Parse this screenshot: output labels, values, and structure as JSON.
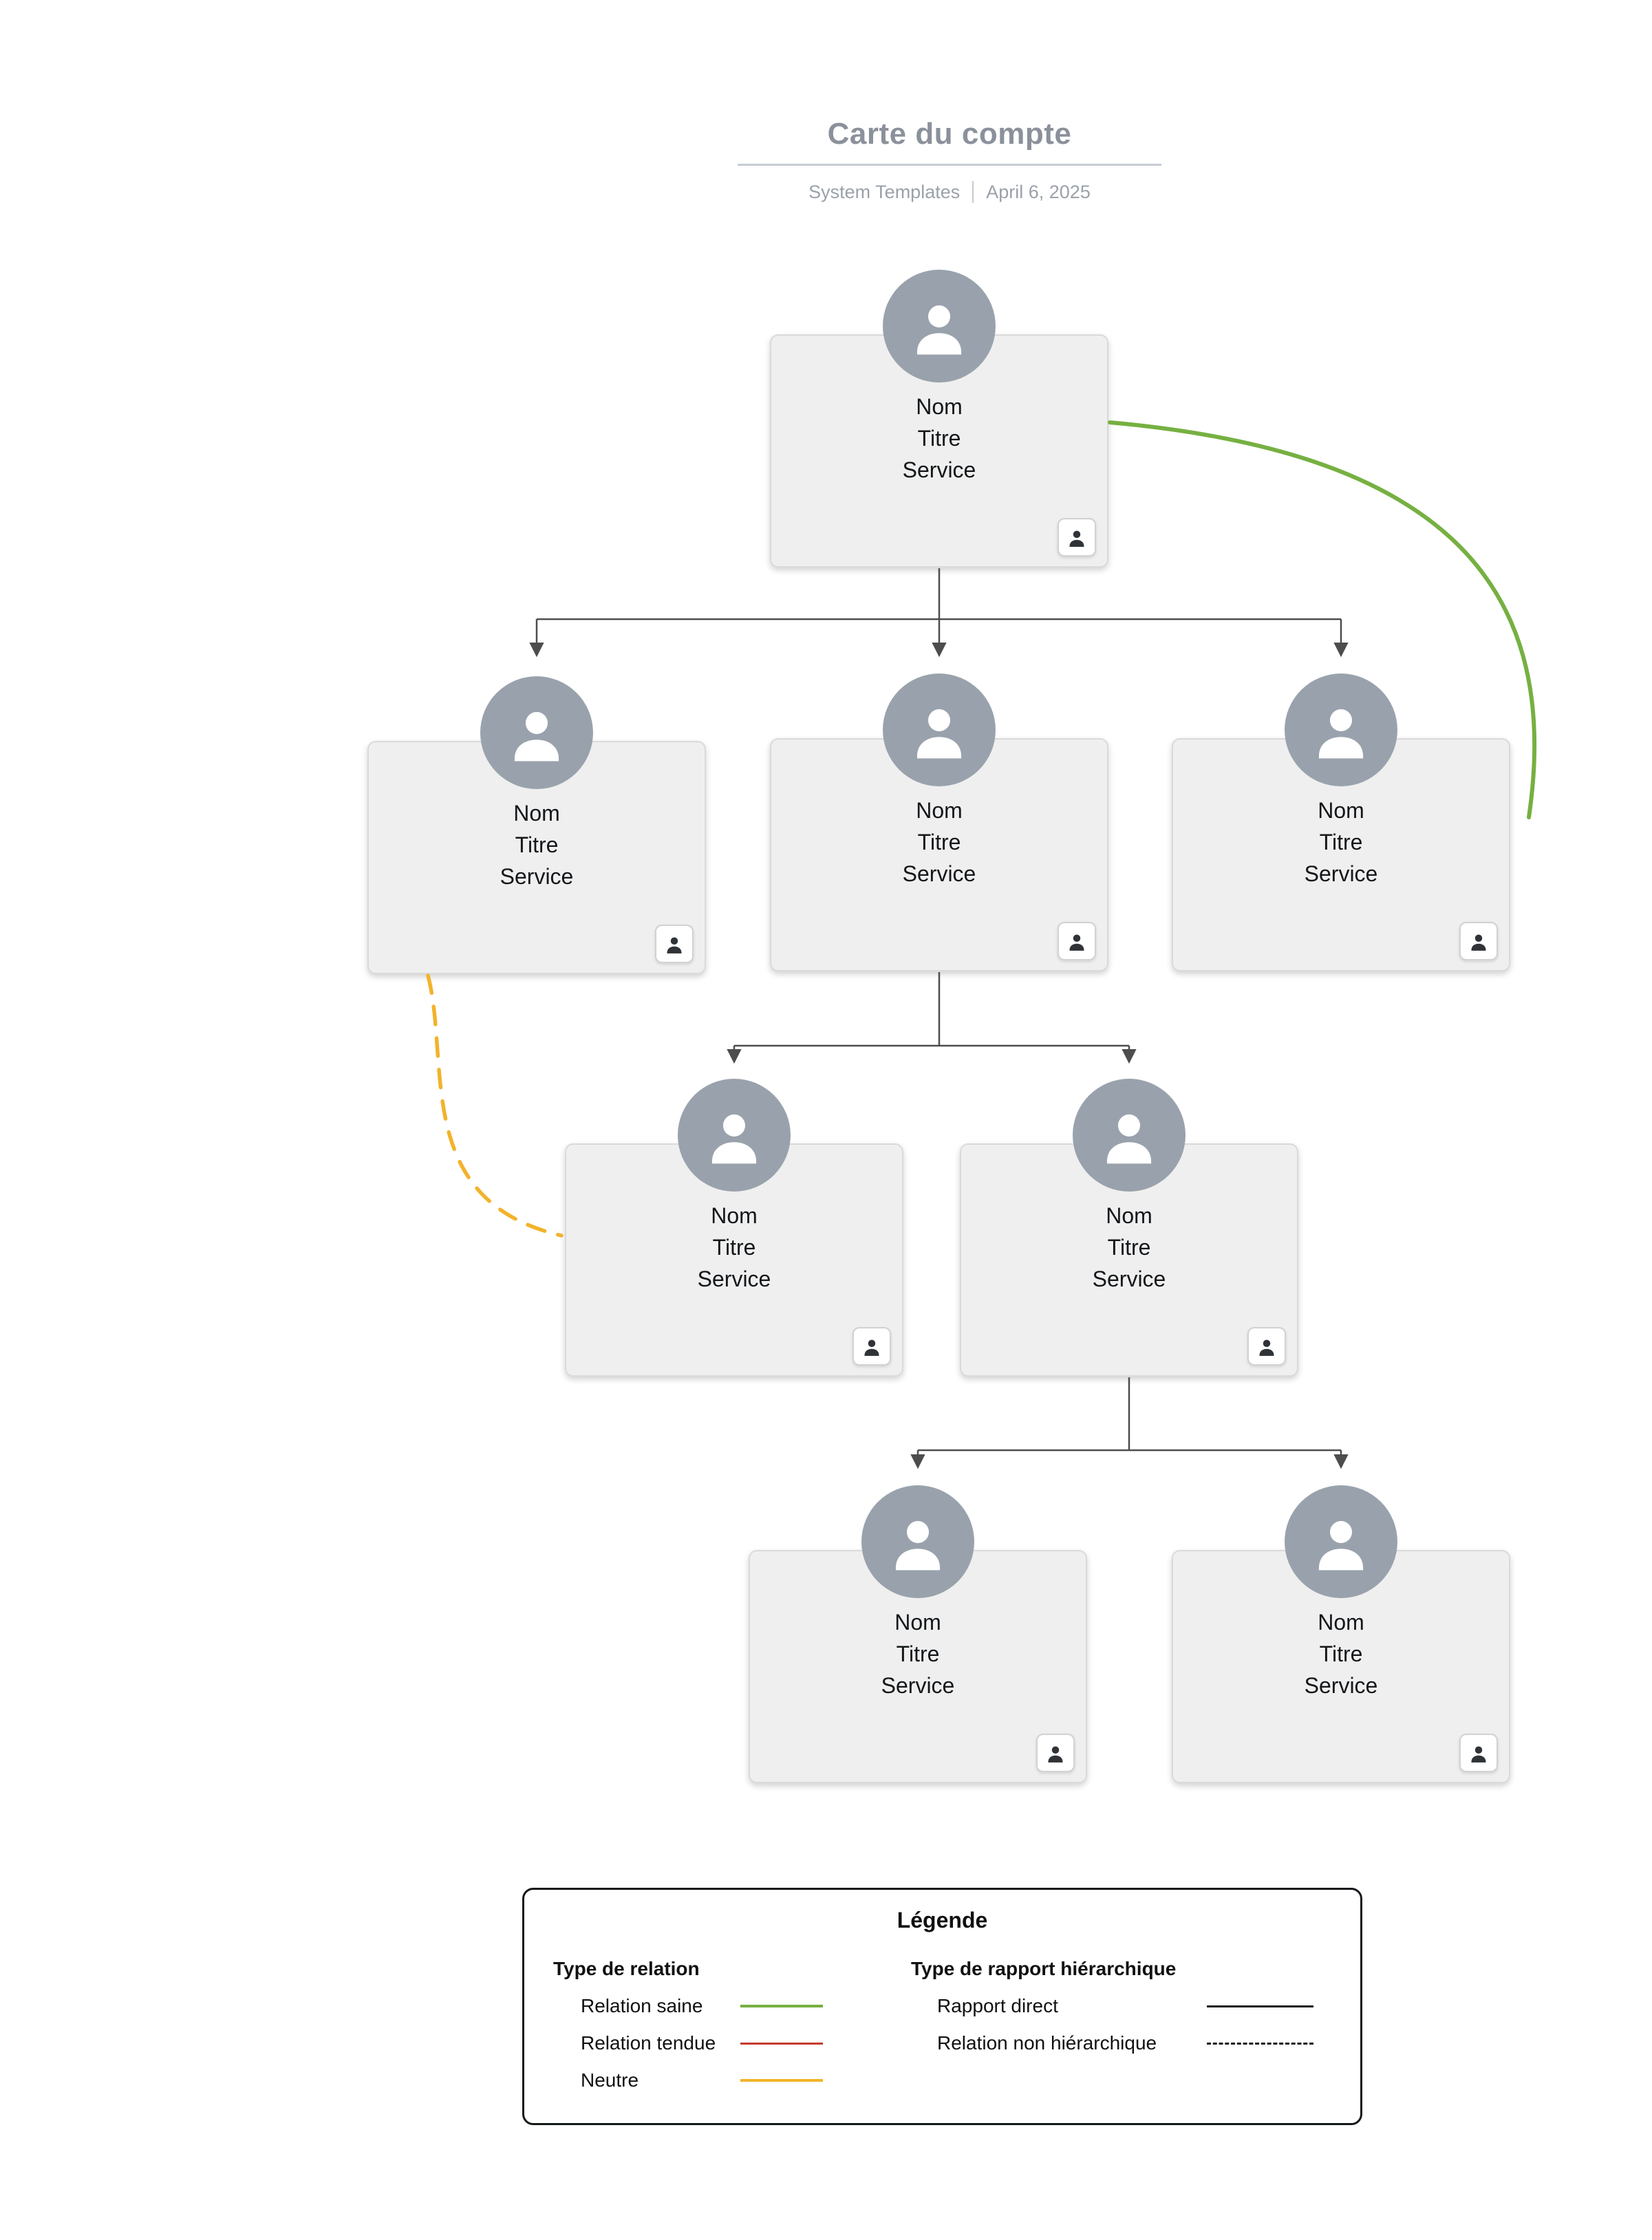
{
  "header": {
    "title": "Carte du compte",
    "brand": "System Templates",
    "date": "April 6, 2025"
  },
  "nodes": [
    {
      "name": "Nom",
      "title": "Titre",
      "service": "Service"
    },
    {
      "name": "Nom",
      "title": "Titre",
      "service": "Service"
    },
    {
      "name": "Nom",
      "title": "Titre",
      "service": "Service"
    },
    {
      "name": "Nom",
      "title": "Titre",
      "service": "Service"
    },
    {
      "name": "Nom",
      "title": "Titre",
      "service": "Service"
    },
    {
      "name": "Nom",
      "title": "Titre",
      "service": "Service"
    },
    {
      "name": "Nom",
      "title": "Titre",
      "service": "Service"
    },
    {
      "name": "Nom",
      "title": "Titre",
      "service": "Service"
    }
  ],
  "legend": {
    "title": "Légende",
    "relation_heading": "Type de relation",
    "relations": [
      {
        "label": "Relation saine",
        "color": "#76b041"
      },
      {
        "label": "Relation tendue",
        "color": "#c53b2f"
      },
      {
        "label": "Neutre",
        "color": "#f2b32b"
      }
    ],
    "hierarchy_heading": "Type de rapport hiérarchique",
    "hierarchy": [
      {
        "label": "Rapport direct",
        "color": "#14171a",
        "style": "solid"
      },
      {
        "label": "Relation non hiérarchique",
        "color": "#14171a",
        "style": "dashed"
      }
    ]
  },
  "colors": {
    "healthy_relation": "#76b041",
    "tense_relation": "#c53b2f",
    "neutral_relation": "#f2b32b",
    "connector": "#4d4d4d",
    "card_background": "#efefef",
    "avatar_gray": "#99a2ac",
    "title_gray": "#8b919b"
  }
}
